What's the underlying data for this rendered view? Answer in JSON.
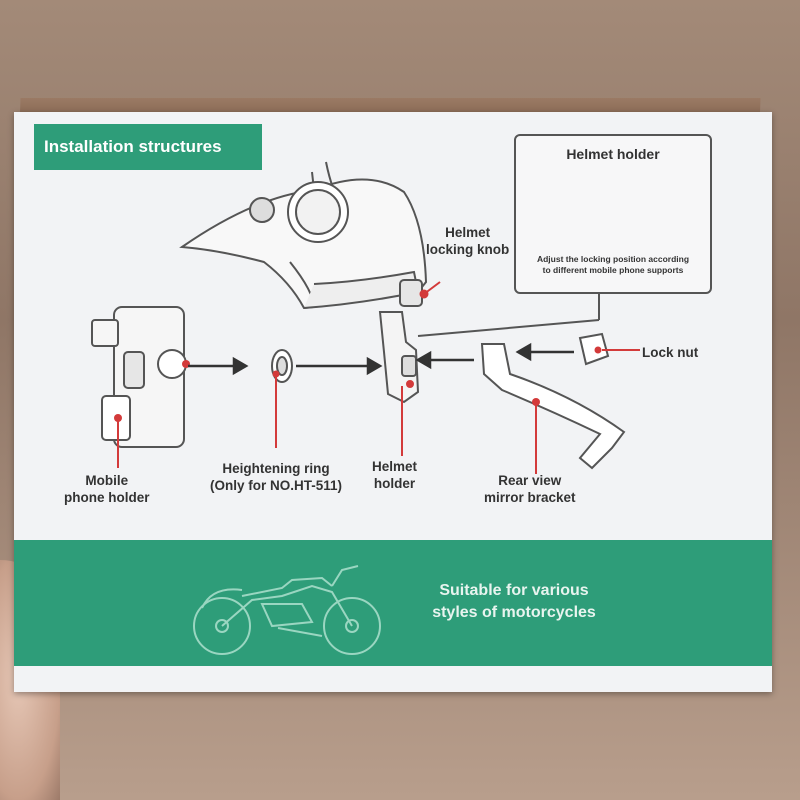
{
  "title": "Installation structures",
  "labels": {
    "helmet_locking_knob": "Helmet\nlocking knob",
    "lock_nut": "Lock nut",
    "mobile_phone_holder": "Mobile\nphone holder",
    "heightening_ring": "Heightening ring\n(Only for NO.HT-511)",
    "helmet_holder": "Helmet\nholder",
    "rear_view_mirror_bracket": "Rear view\nmirror bracket"
  },
  "inset": {
    "title": "Helmet holder",
    "note": "Adjust the locking position according\nto different mobile phone supports"
  },
  "banner": {
    "text": "Suitable for various\nstyles of motorcycles"
  },
  "colors": {
    "accent_green": "#2e9d79",
    "callout_red": "#d33a3a",
    "line_art": "#555555"
  }
}
